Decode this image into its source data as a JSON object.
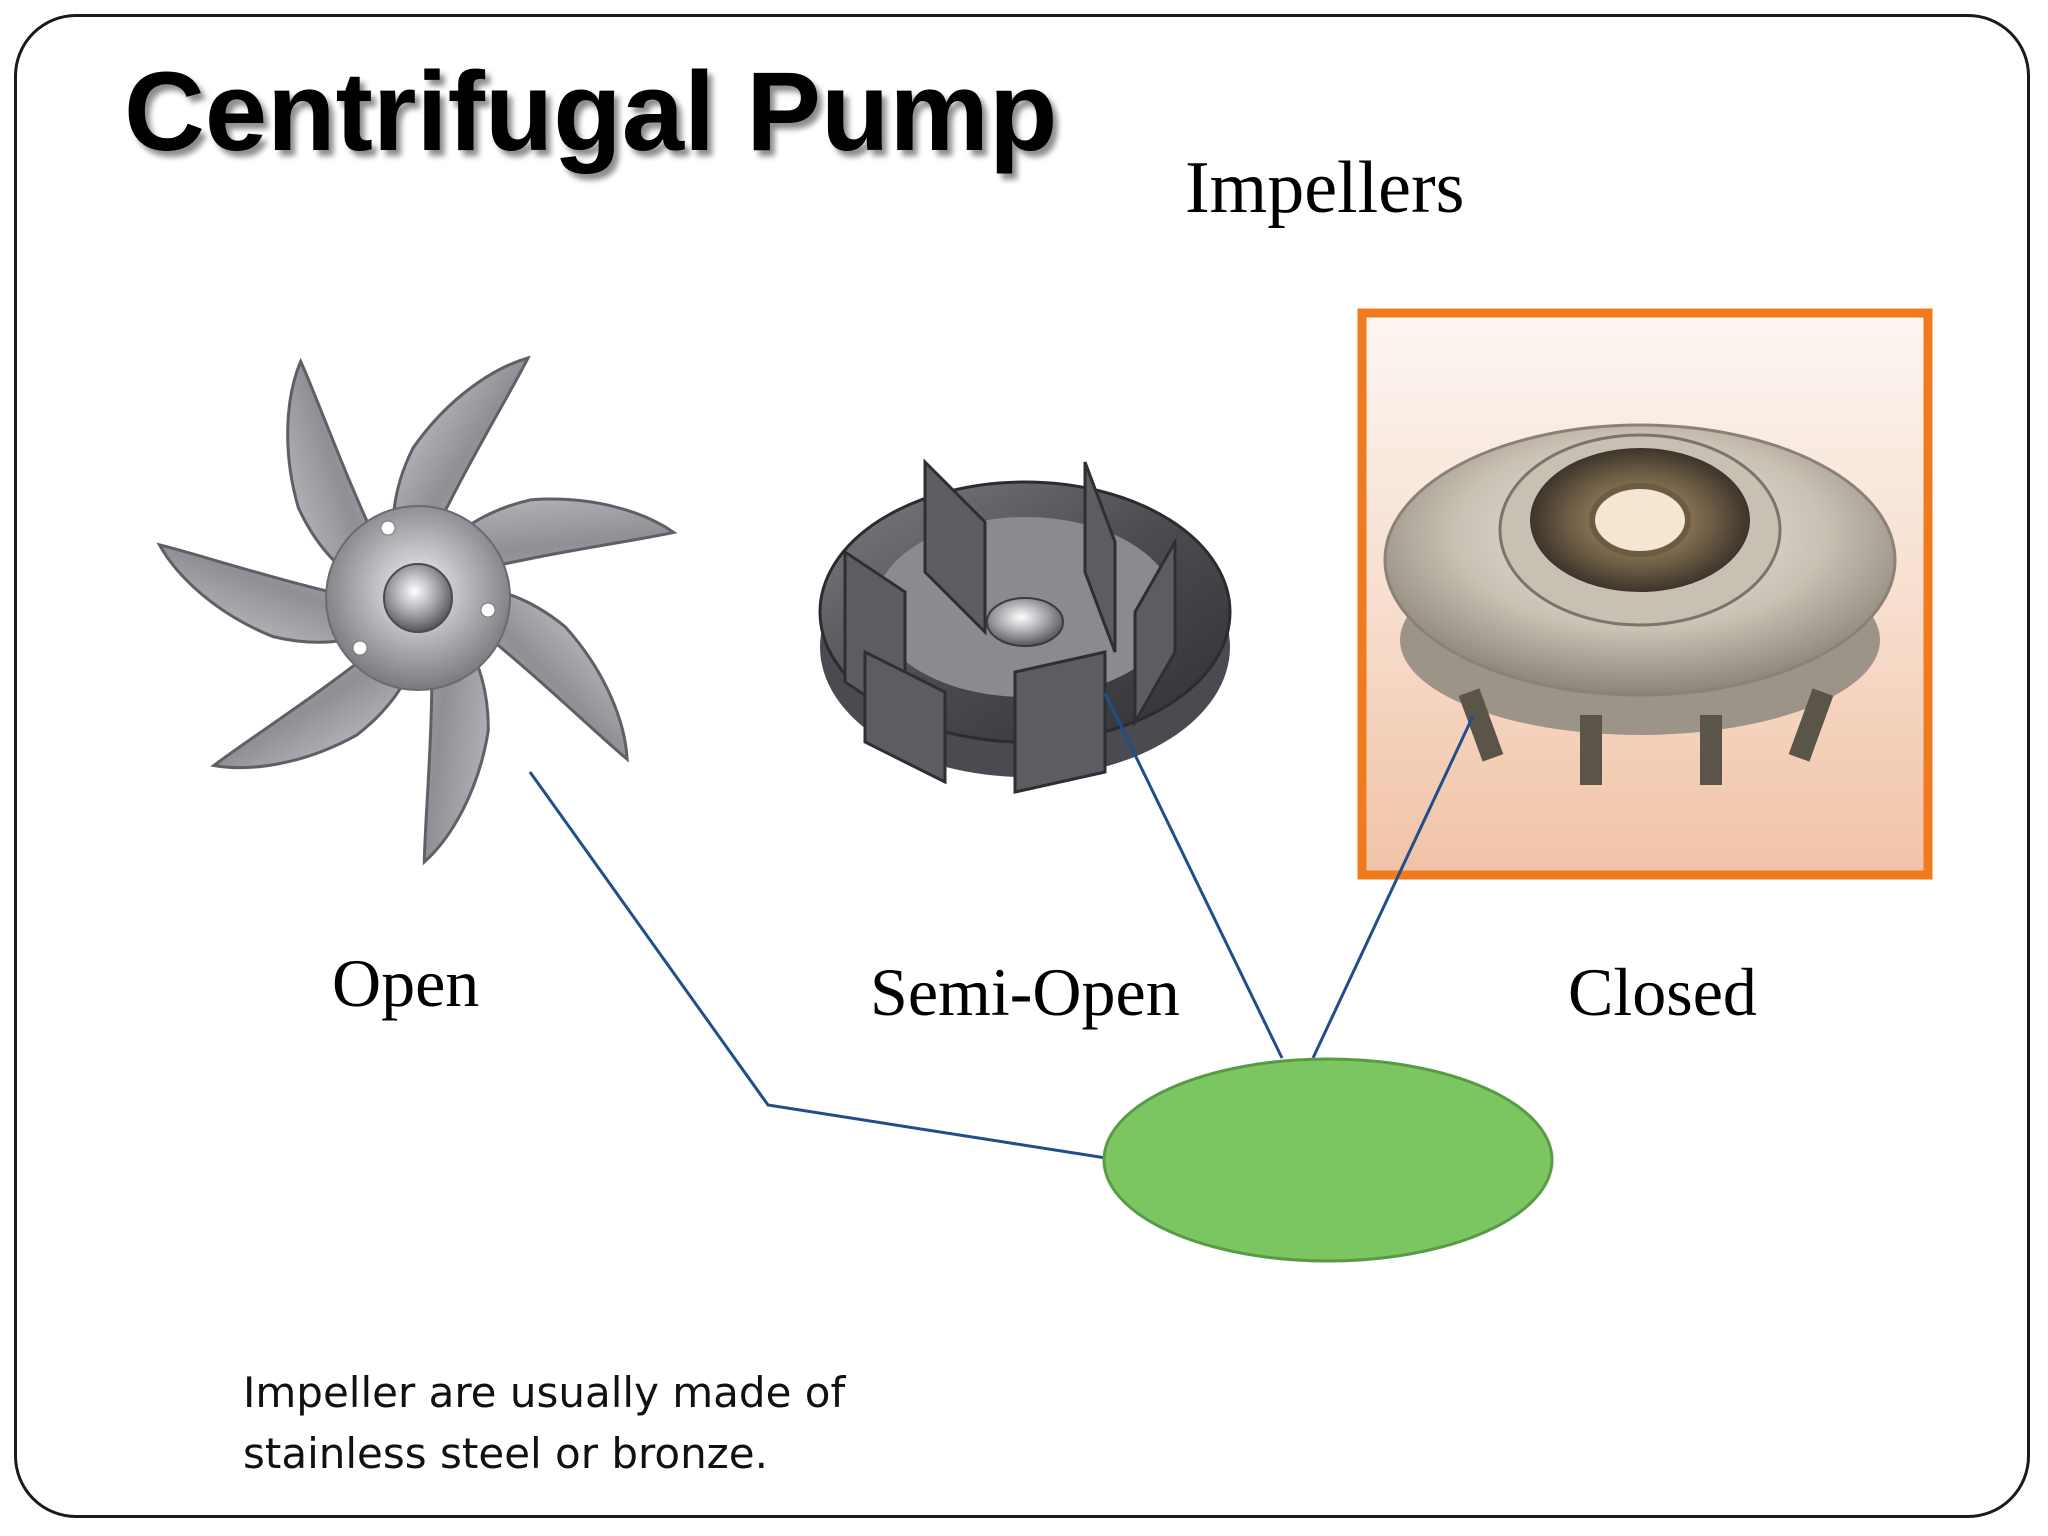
{
  "slide": {
    "title": "Centrifugal Pump",
    "subtitle": "Impellers",
    "labels": {
      "open": "Open",
      "semi_open": "Semi-Open",
      "closed": "Closed"
    },
    "note": {
      "line1": "Impeller are usually made of",
      "line2": "stainless steel or bronze."
    }
  },
  "colors": {
    "frame_border": "#1a1a1a",
    "photo_frame": "#f07b1e",
    "ellipse_fill": "#7cc661",
    "ellipse_stroke": "#5a9a45",
    "connector_line": "#1f4e8a"
  },
  "images": {
    "open_impeller": "open-impeller-image",
    "semi_open_impeller": "semi-open-impeller-image",
    "closed_impeller": "closed-impeller-photo"
  }
}
